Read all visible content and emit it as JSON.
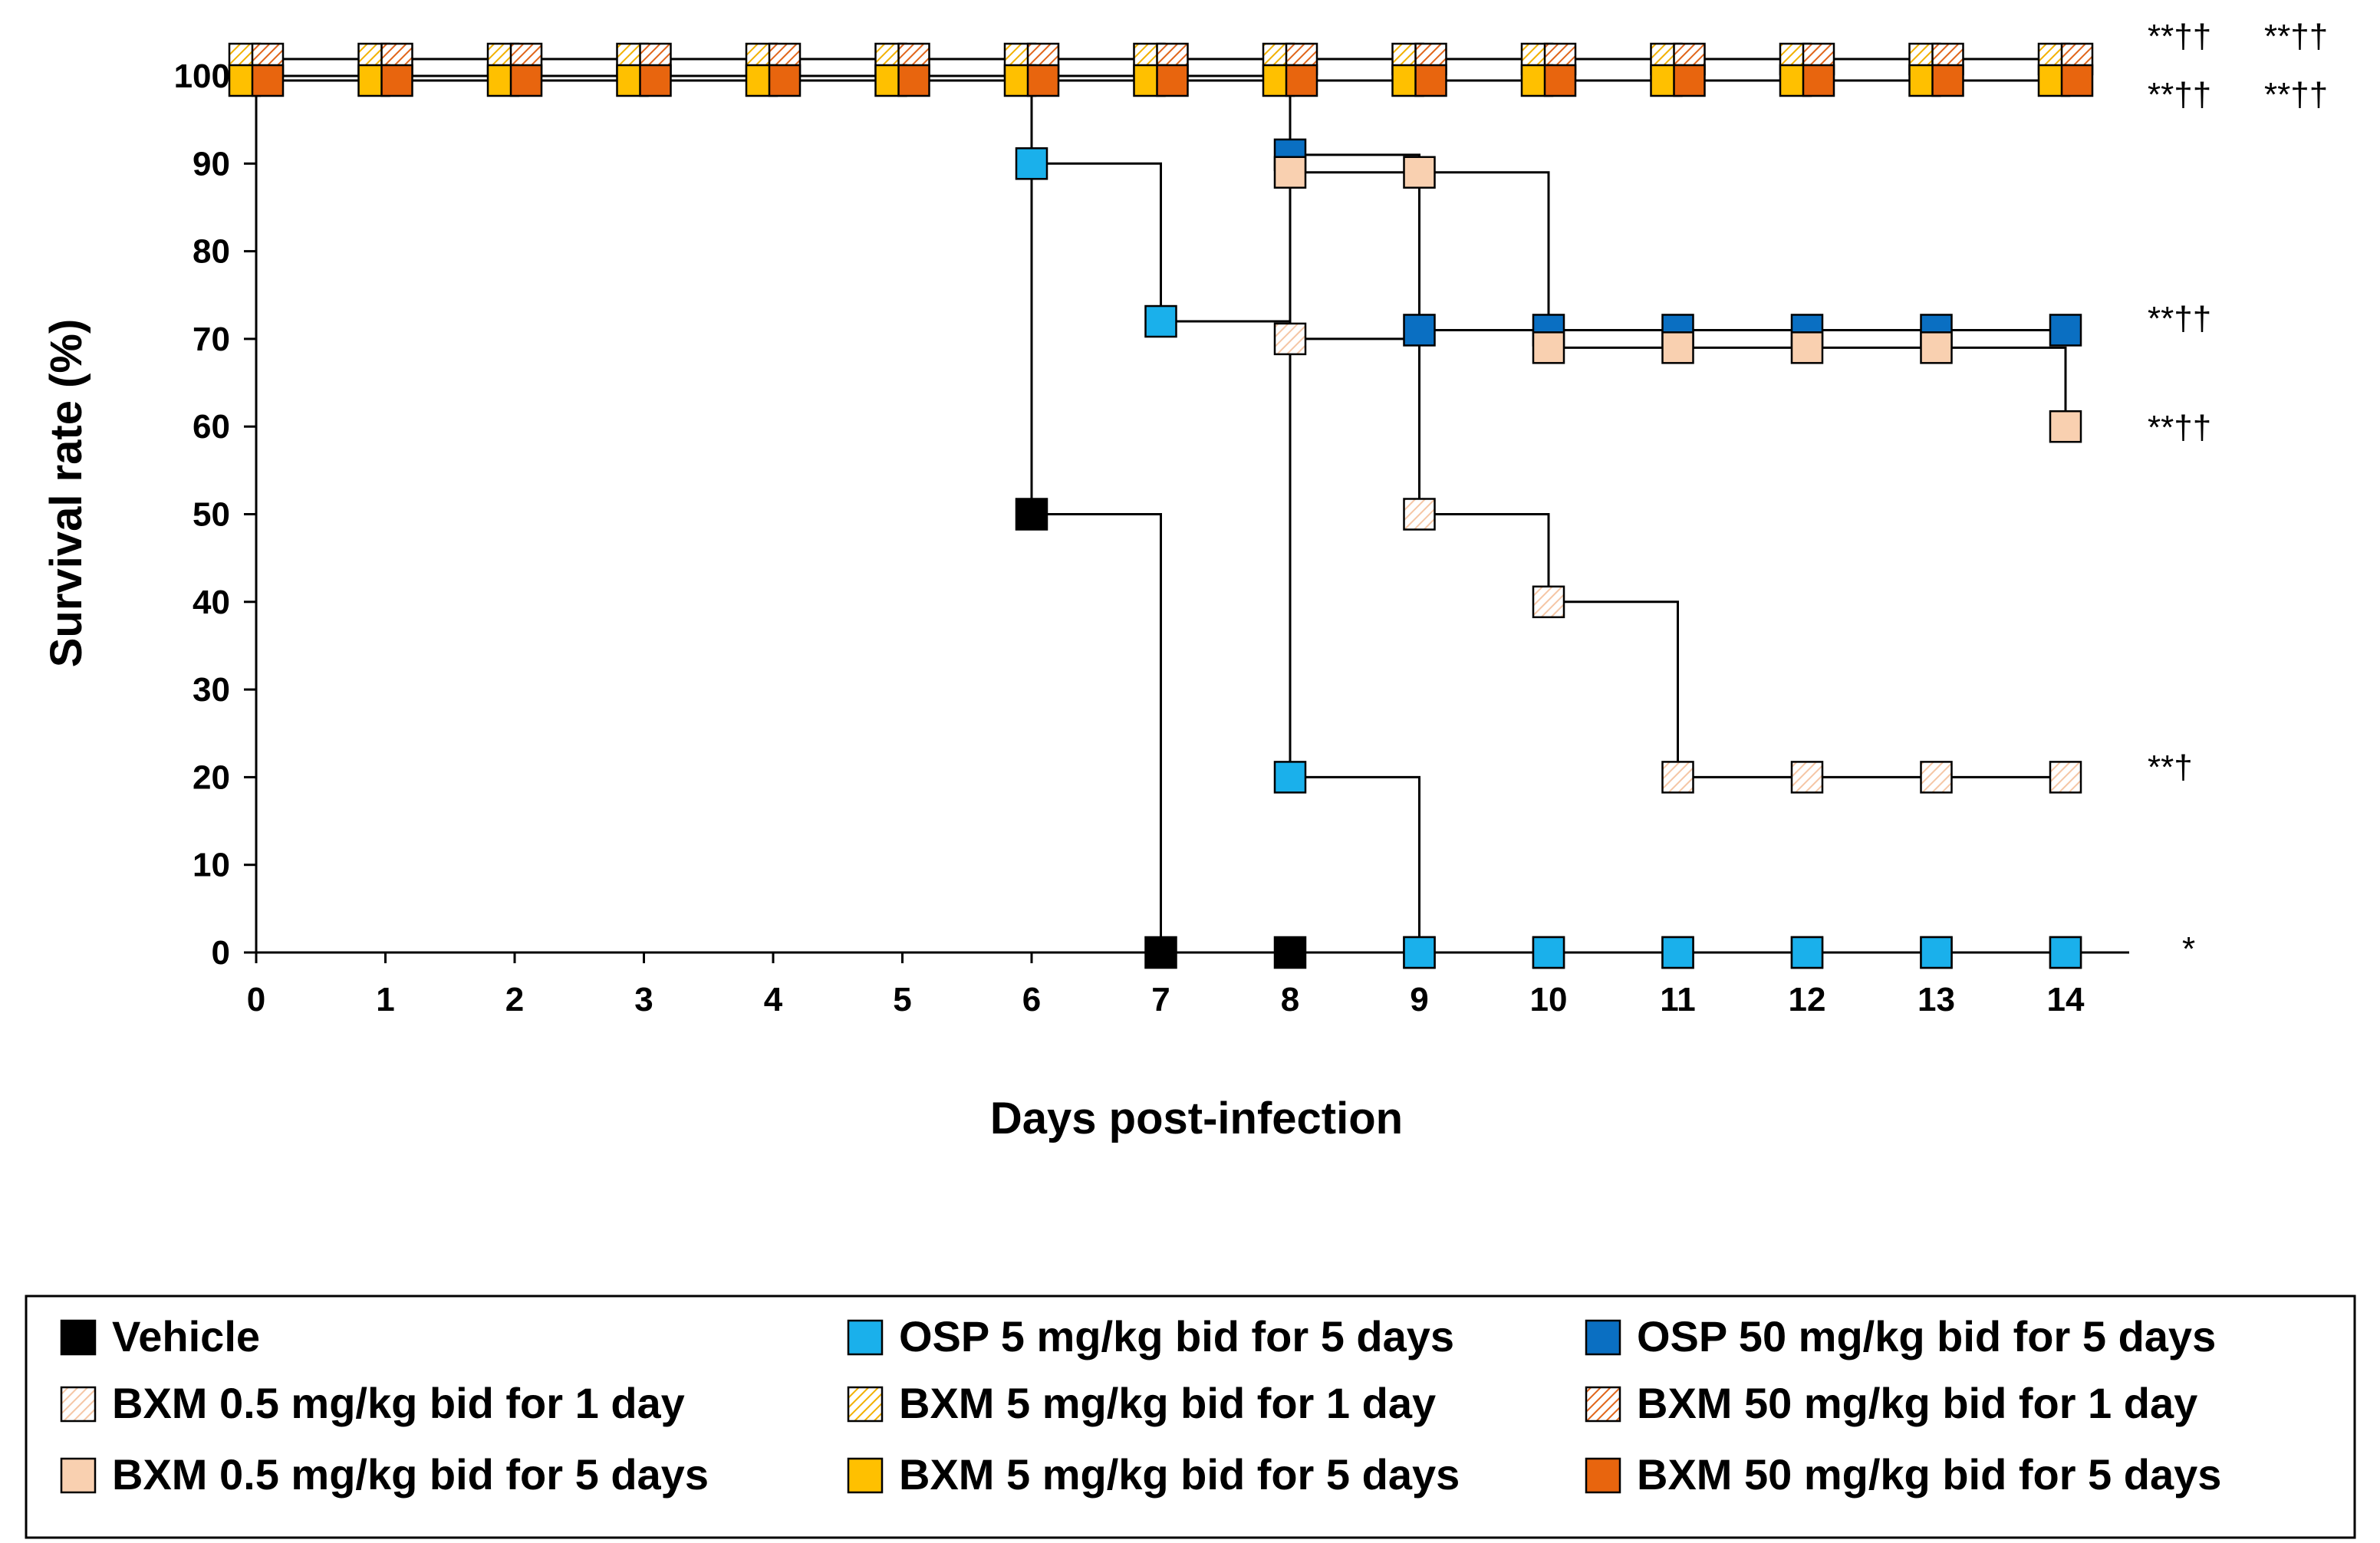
{
  "chart_data": {
    "type": "line",
    "step": true,
    "title": "",
    "xlabel": "Days post-infection",
    "ylabel": "Survival rate (%)",
    "xlim": [
      0,
      14
    ],
    "ylim": [
      0,
      100
    ],
    "x_ticks": [
      0,
      1,
      2,
      3,
      4,
      5,
      6,
      7,
      8,
      9,
      10,
      11,
      12,
      13,
      14
    ],
    "y_ticks": [
      0,
      10,
      20,
      30,
      40,
      50,
      60,
      70,
      80,
      90,
      100
    ],
    "grid": false,
    "legend_position": "bottom",
    "x": [
      0,
      1,
      2,
      3,
      4,
      5,
      6,
      7,
      8,
      9,
      10,
      11,
      12,
      13,
      14
    ],
    "series": [
      {
        "name": "Vehicle",
        "values": [
          100,
          100,
          100,
          100,
          100,
          100,
          50,
          0,
          0,
          0,
          0,
          0,
          0,
          0,
          0
        ],
        "color": "#000000",
        "fill": "solid",
        "significance": ""
      },
      {
        "name": "OSP 5 mg/kg bid for 5 days",
        "values": [
          100,
          100,
          100,
          100,
          100,
          100,
          90,
          72,
          20,
          0,
          0,
          0,
          0,
          0,
          0
        ],
        "color": "#1AB0EB",
        "fill": "solid",
        "significance": "*"
      },
      {
        "name": "OSP 50 mg/kg bid for 5 days",
        "values": [
          100,
          100,
          100,
          100,
          100,
          100,
          100,
          100,
          91,
          71,
          71,
          71,
          71,
          71,
          71
        ],
        "color": "#0A6FC2",
        "fill": "solid",
        "significance": "**††"
      },
      {
        "name": "BXM 0.5 mg/kg bid for 1 day",
        "values": [
          100,
          100,
          100,
          100,
          100,
          100,
          100,
          100,
          70,
          50,
          40,
          20,
          20,
          20,
          20
        ],
        "color": "#F5C6A5",
        "fill": "hatch",
        "significance": "**†"
      },
      {
        "name": "BXM 5 mg/kg bid for 1 day",
        "values": [
          100,
          100,
          100,
          100,
          100,
          100,
          100,
          100,
          100,
          100,
          100,
          100,
          100,
          100,
          100
        ],
        "color": "#F2B100",
        "fill": "hatch",
        "significance": "**††"
      },
      {
        "name": "BXM 50 mg/kg bid for 1 day",
        "values": [
          100,
          100,
          100,
          100,
          100,
          100,
          100,
          100,
          100,
          100,
          100,
          100,
          100,
          100,
          100
        ],
        "color": "#E0651A",
        "fill": "hatch",
        "significance": "**††"
      },
      {
        "name": "BXM 0.5 mg/kg bid for 5 days",
        "values": [
          100,
          100,
          100,
          100,
          100,
          100,
          100,
          100,
          89,
          89,
          69,
          69,
          69,
          69,
          60
        ],
        "color": "#F9D0B0",
        "fill": "solid",
        "significance": "**††"
      },
      {
        "name": "BXM 5 mg/kg bid for 5 days",
        "values": [
          100,
          100,
          100,
          100,
          100,
          100,
          100,
          100,
          100,
          100,
          100,
          100,
          100,
          100,
          100
        ],
        "color": "#FFC000",
        "fill": "solid",
        "significance": "**††"
      },
      {
        "name": "BXM 50 mg/kg bid for 5 days",
        "values": [
          100,
          100,
          100,
          100,
          100,
          100,
          100,
          100,
          100,
          100,
          100,
          100,
          100,
          100,
          100
        ],
        "color": "#E8650E",
        "fill": "solid",
        "significance": "**††"
      }
    ]
  }
}
